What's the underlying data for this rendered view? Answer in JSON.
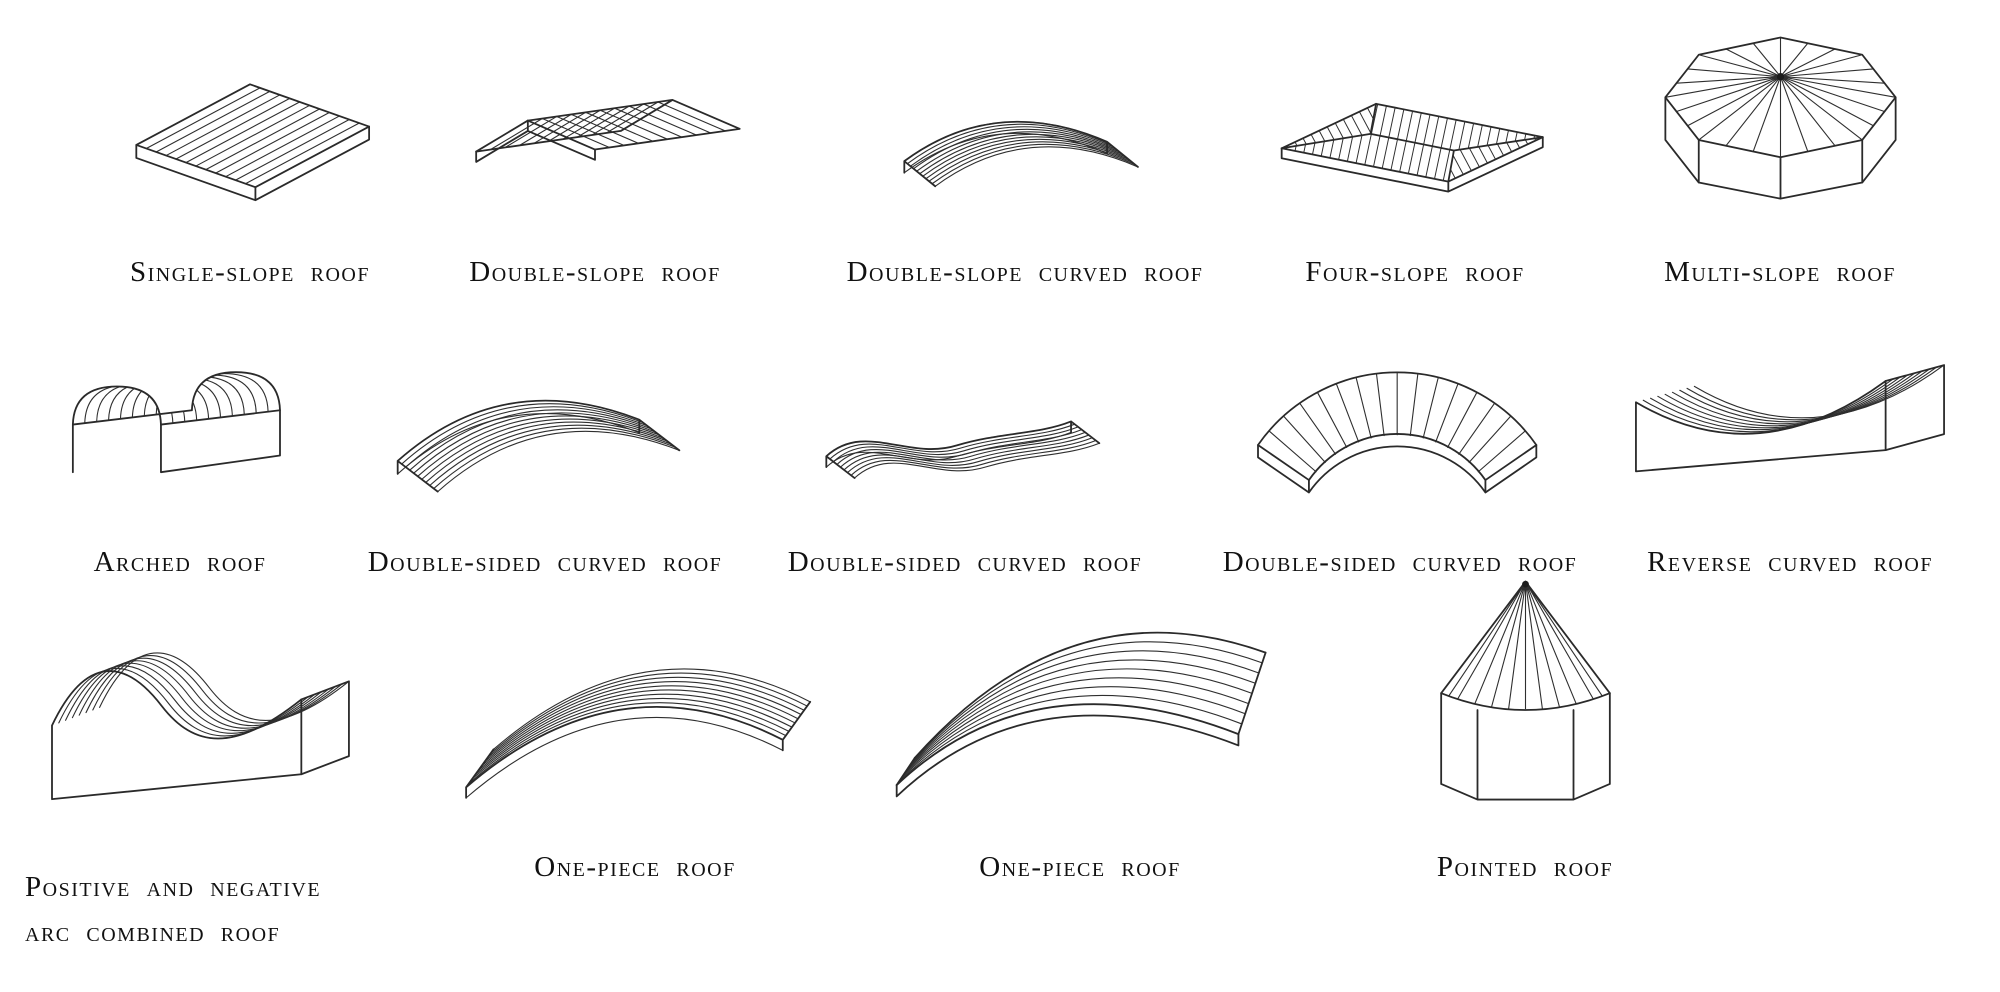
{
  "page": {
    "background": "#ffffff"
  },
  "colors": {
    "line": "#2a2a2a",
    "text": "#111111"
  },
  "rows": [
    {
      "items": [
        {
          "label": "Single-slope roof",
          "icon": "single-slope-roof-drawing"
        },
        {
          "label": "Double-slope roof",
          "icon": "double-slope-roof-drawing"
        },
        {
          "label": "Double-slope curved roof",
          "icon": "double-slope-curved-roof-drawing"
        },
        {
          "label": "Four-slope roof",
          "icon": "four-slope-roof-drawing"
        },
        {
          "label": "Multi-slope roof",
          "icon": "multi-slope-roof-drawing"
        }
      ]
    },
    {
      "items": [
        {
          "label": "Arched roof",
          "icon": "arched-roof-drawing"
        },
        {
          "label": "Double-sided curved roof",
          "icon": "double-sided-curved-roof-barrel-drawing"
        },
        {
          "label": "Double-sided curved roof",
          "icon": "double-sided-curved-roof-wave-drawing"
        },
        {
          "label": "Double-sided curved roof",
          "icon": "double-sided-curved-roof-fan-drawing"
        },
        {
          "label": "Reverse curved roof",
          "icon": "reverse-curved-roof-drawing"
        }
      ]
    },
    {
      "items": [
        {
          "label": "Positive and negative arc combined roof",
          "label_lines": [
            "Positive and negative",
            "arc combined roof"
          ],
          "icon": "positive-negative-arc-combined-roof-drawing"
        },
        {
          "label": "One-piece roof",
          "icon": "one-piece-roof-drawing"
        },
        {
          "label": "One-piece roof",
          "icon": "one-piece-roof-fan-drawing"
        },
        {
          "label": "Pointed roof",
          "icon": "pointed-roof-drawing"
        }
      ]
    }
  ]
}
